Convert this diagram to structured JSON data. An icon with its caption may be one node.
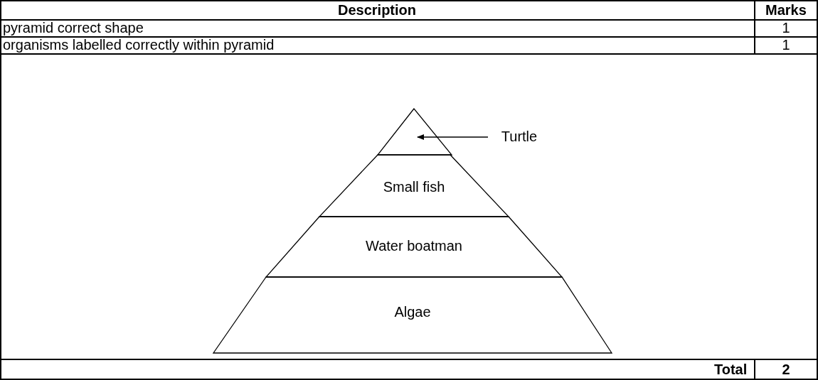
{
  "diagram": {
    "nodes": [
      {
        "text": [],
        "shape": "triangle"
      },
      {
        "text": [
          "Turtle"
        ]
      },
      {
        "text": [
          "Small fish"
        ]
      },
      {
        "text": [
          "Water boatman"
        ]
      },
      {
        "text": [
          "Algae"
        ]
      }
    ],
    "edges": [
      {
        "from": 1,
        "to": 0,
        "arrow": "to"
      }
    ],
    "labels": [
      "Description",
      "Marks",
      "pyramid correct shape",
      "1",
      "organisms labelled correctly within pyramid",
      "1",
      "Total",
      "2"
    ]
  }
}
